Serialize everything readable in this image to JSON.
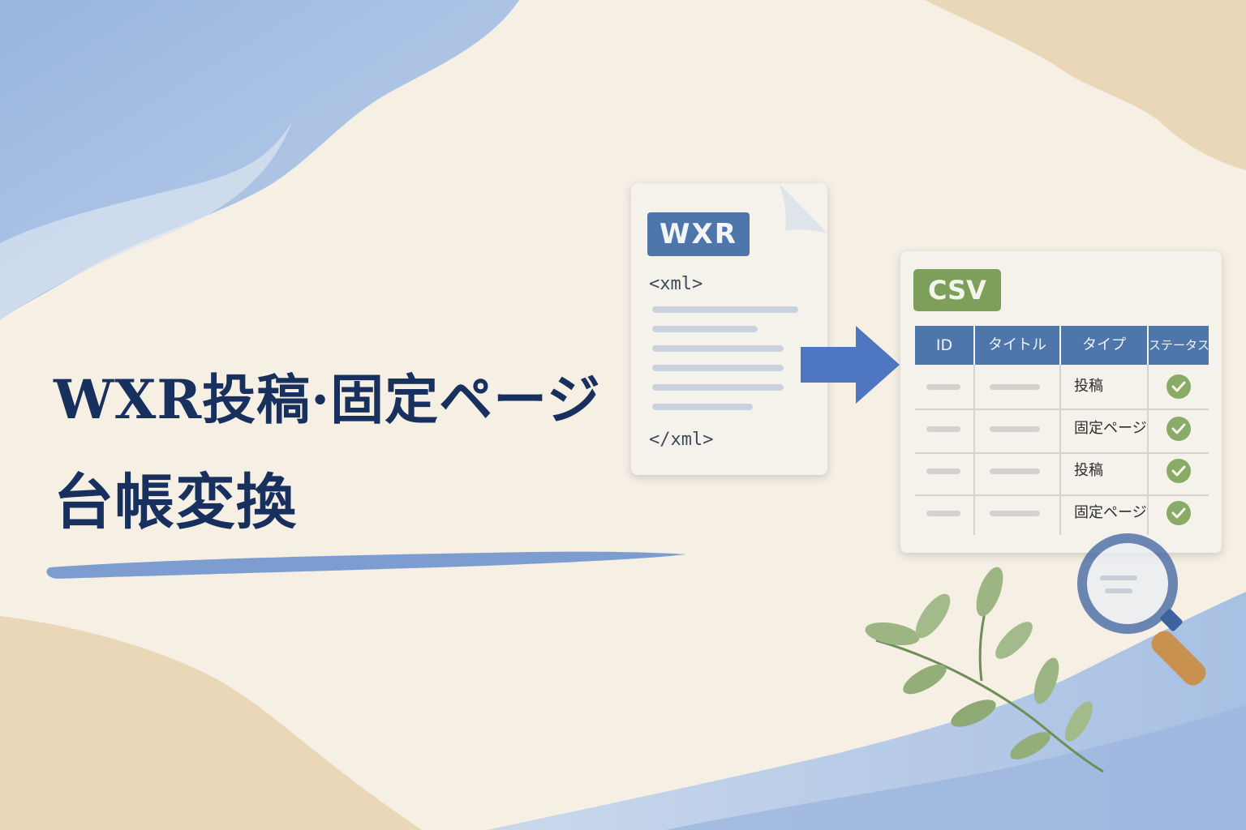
{
  "title": {
    "line1": "WXR投稿·固定ページ",
    "line2": "台帳変換"
  },
  "wxr_doc": {
    "badge": "WXR",
    "open_tag": "<xml>",
    "close_tag": "</xml>"
  },
  "csv_table": {
    "badge": "CSV",
    "headers": [
      "ID",
      "タイトル",
      "タイプ",
      "ステータス"
    ],
    "rows": [
      {
        "type": "投稿"
      },
      {
        "type": "固定ページ"
      },
      {
        "type": "投稿"
      },
      {
        "type": "固定ページ"
      }
    ]
  },
  "colors": {
    "title": "#17305e",
    "accent_blue": "#4f76ab",
    "accent_green": "#7e9f5a",
    "paper": "#f6efe4",
    "watercolor_blue": "#a9c1e3",
    "watercolor_sand": "#ead7b8"
  },
  "icons": [
    "document-icon",
    "arrow-right-icon",
    "check-icon",
    "magnifier-icon",
    "leaf-branch-icon"
  ]
}
